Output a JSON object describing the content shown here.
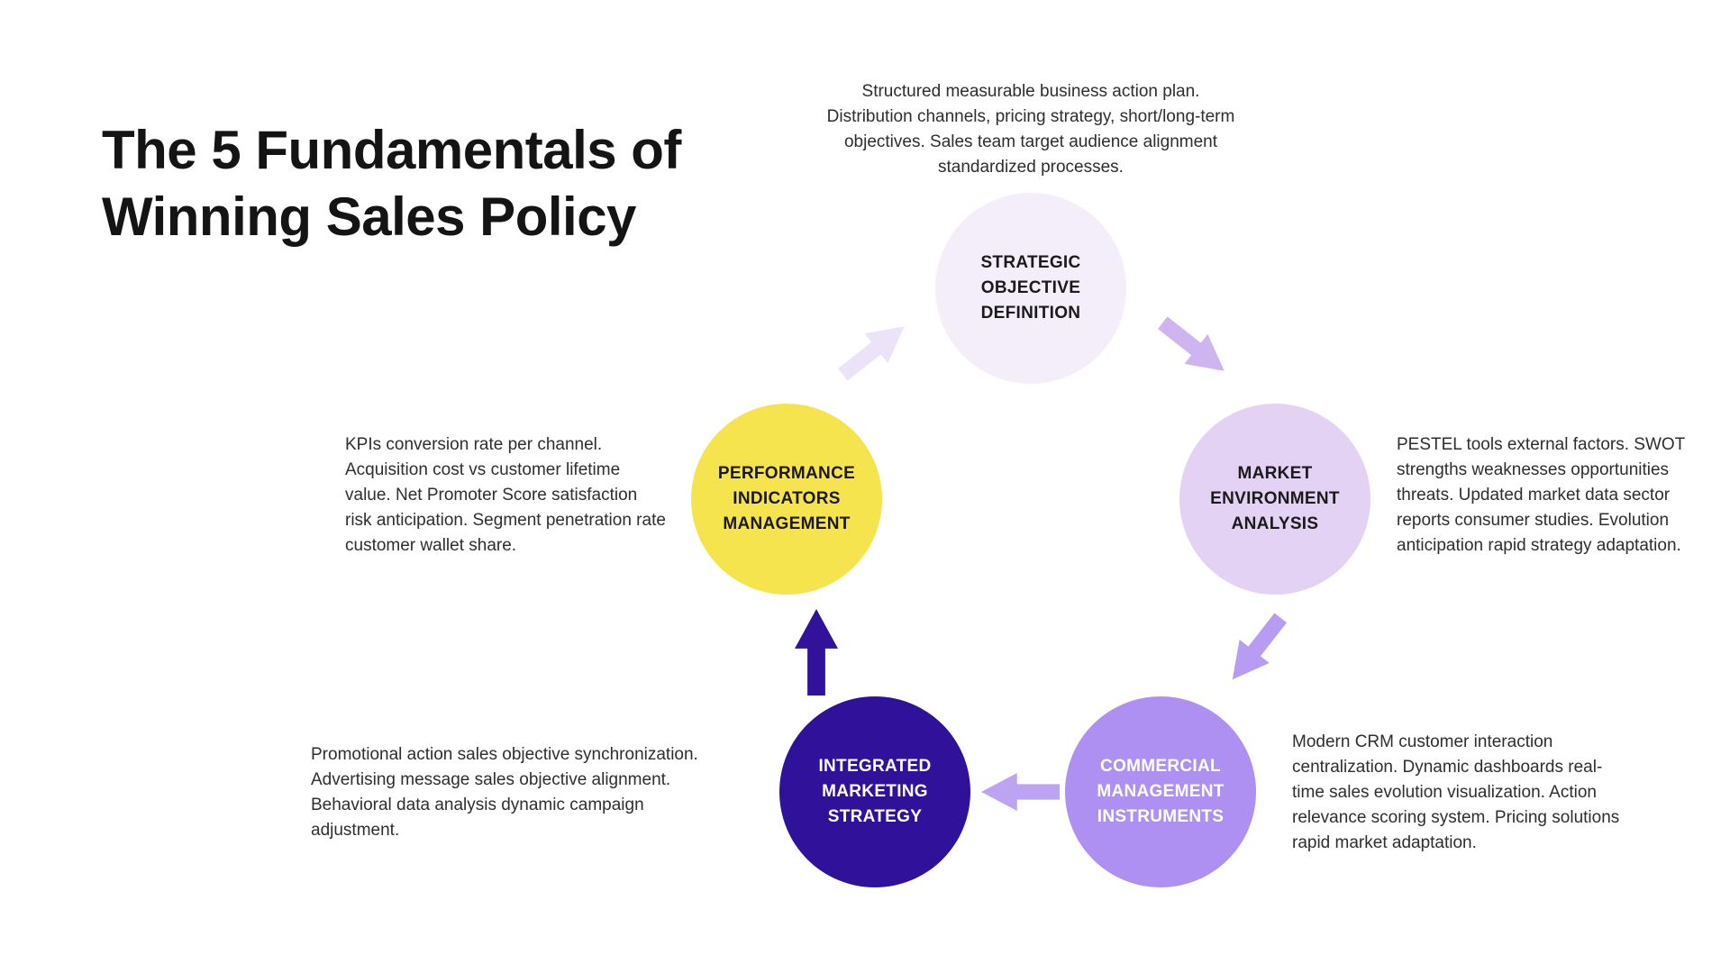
{
  "page": {
    "title_line1": "The 5 Fundamentals of",
    "title_line2": "Winning Sales Policy"
  },
  "diagram": {
    "type": "circular-cycle",
    "background_color": "#ffffff",
    "nodes": [
      {
        "id": "strategic-objective-definition",
        "label": "STRATEGIC OBJECTIVE DEFINITION",
        "color": "#F4EEFA",
        "text_color": "#1a1a1a",
        "description": "Structured measurable business action plan. Distribution channels, pricing strategy, short/long-term objectives. Sales team target audience alignment standardized processes."
      },
      {
        "id": "market-environment-analysis",
        "label": "MARKET ENVIRONMENT ANALYSIS",
        "color": "#E4D2F4",
        "text_color": "#1a1a1a",
        "description": "PESTEL tools external factors. SWOT strengths weaknesses opportunities threats. Updated market data sector reports consumer studies. Evolution anticipation rapid strategy adaptation."
      },
      {
        "id": "commercial-management-instruments",
        "label": "COMMERCIAL MANAGEMENT INSTRUMENTS",
        "color": "#AD90F1",
        "text_color": "#ffffff",
        "description": "Modern CRM customer interaction centralization. Dynamic dashboards real-time sales evolution visualization. Action relevance scoring system. Pricing solutions rapid market adaptation."
      },
      {
        "id": "integrated-marketing-strategy",
        "label": "INTEGRATED MARKETING STRATEGY",
        "color": "#2F119A",
        "text_color": "#ffffff",
        "description": "Promotional action sales objective synchronization. Advertising message sales objective alignment. Behavioral data analysis dynamic campaign adjustment."
      },
      {
        "id": "performance-indicators-management",
        "label": "PERFORMANCE INDICATORS MANAGEMENT",
        "color": "#F6E44E",
        "text_color": "#1a1a1a",
        "description": "KPIs conversion rate per channel. Acquisition cost vs customer lifetime value. Net Promoter Score satisfaction risk anticipation. Segment penetration rate customer wallet share."
      }
    ],
    "arrows": [
      {
        "from": "performance-indicators-management",
        "to": "strategic-objective-definition",
        "color": "#EDE3F8"
      },
      {
        "from": "strategic-objective-definition",
        "to": "market-environment-analysis",
        "color": "#CFB5EF"
      },
      {
        "from": "market-environment-analysis",
        "to": "commercial-management-instruments",
        "color": "#B89CF3"
      },
      {
        "from": "commercial-management-instruments",
        "to": "integrated-marketing-strategy",
        "color": "#BCA4F3"
      },
      {
        "from": "integrated-marketing-strategy",
        "to": "performance-indicators-management",
        "color": "#32129B"
      }
    ]
  }
}
